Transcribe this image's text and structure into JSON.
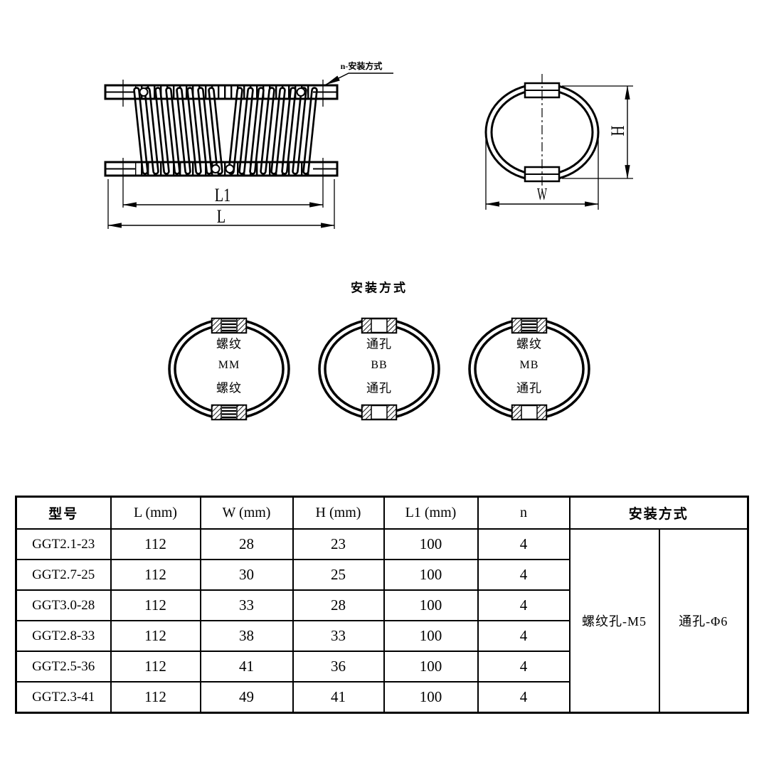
{
  "side_view": {
    "leader_label": "n-安装方式",
    "dim_l1_label": "L1",
    "dim_l_label": "L"
  },
  "end_view": {
    "dim_h_label": "H",
    "dim_w_label": "W"
  },
  "mounting_diagram": {
    "title": "安装方式",
    "options": [
      {
        "top_label": "螺纹",
        "code": "MM",
        "bottom_label": "螺纹"
      },
      {
        "top_label": "通孔",
        "code": "BB",
        "bottom_label": "通孔"
      },
      {
        "top_label": "螺纹",
        "code": "MB",
        "bottom_label": "通孔"
      }
    ]
  },
  "spec_table": {
    "headers": [
      "型号",
      "L (mm)",
      "W (mm)",
      "H (mm)",
      "L1 (mm)",
      "n",
      "安装方式"
    ],
    "rows": [
      [
        "GGT2.1-23",
        "112",
        "28",
        "23",
        "100",
        "4"
      ],
      [
        "GGT2.7-25",
        "112",
        "30",
        "25",
        "100",
        "4"
      ],
      [
        "GGT3.0-28",
        "112",
        "33",
        "28",
        "100",
        "4"
      ],
      [
        "GGT2.8-33",
        "112",
        "38",
        "33",
        "100",
        "4"
      ],
      [
        "GGT2.5-36",
        "112",
        "41",
        "36",
        "100",
        "4"
      ],
      [
        "GGT2.3-41",
        "112",
        "49",
        "41",
        "100",
        "4"
      ]
    ],
    "mounting_thread": "螺纹孔-M5",
    "mounting_hole": "通孔-Φ6"
  },
  "colors": {
    "line": "#000000",
    "background": "#ffffff"
  }
}
